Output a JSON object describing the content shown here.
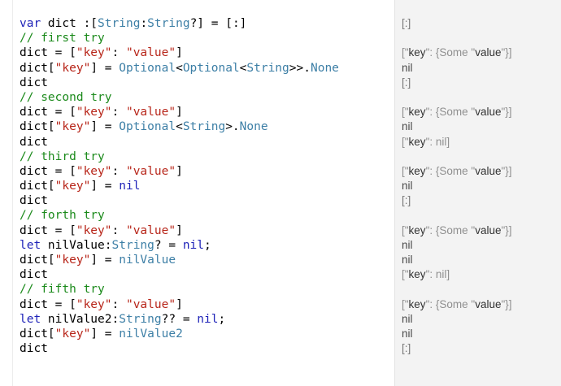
{
  "code_lines": [
    [
      [
        "kw",
        "var"
      ],
      [
        "pl",
        " dict :["
      ],
      [
        "ty",
        "String"
      ],
      [
        "pl",
        ":"
      ],
      [
        "ty",
        "String"
      ],
      [
        "pl",
        "?] = [:]"
      ]
    ],
    [
      [
        "cm",
        "// first try"
      ]
    ],
    [
      [
        "pl",
        "dict = ["
      ],
      [
        "str",
        "\"key\""
      ],
      [
        "pl",
        ": "
      ],
      [
        "str",
        "\"value\""
      ],
      [
        "pl",
        "]"
      ]
    ],
    [
      [
        "pl",
        "dict["
      ],
      [
        "str",
        "\"key\""
      ],
      [
        "pl",
        "] = "
      ],
      [
        "ty",
        "Optional"
      ],
      [
        "pl",
        "<"
      ],
      [
        "ty",
        "Optional"
      ],
      [
        "pl",
        "<"
      ],
      [
        "ty",
        "String"
      ],
      [
        "pl",
        ">>."
      ],
      [
        "ty",
        "None"
      ]
    ],
    [
      [
        "pl",
        "dict"
      ]
    ],
    [
      [
        "cm",
        "// second try"
      ]
    ],
    [
      [
        "pl",
        "dict = ["
      ],
      [
        "str",
        "\"key\""
      ],
      [
        "pl",
        ": "
      ],
      [
        "str",
        "\"value\""
      ],
      [
        "pl",
        "]"
      ]
    ],
    [
      [
        "pl",
        "dict["
      ],
      [
        "str",
        "\"key\""
      ],
      [
        "pl",
        "] = "
      ],
      [
        "ty",
        "Optional"
      ],
      [
        "pl",
        "<"
      ],
      [
        "ty",
        "String"
      ],
      [
        "pl",
        ">."
      ],
      [
        "ty",
        "None"
      ]
    ],
    [
      [
        "pl",
        "dict"
      ]
    ],
    [
      [
        "cm",
        "// third try"
      ]
    ],
    [
      [
        "pl",
        "dict = ["
      ],
      [
        "str",
        "\"key\""
      ],
      [
        "pl",
        ": "
      ],
      [
        "str",
        "\"value\""
      ],
      [
        "pl",
        "]"
      ]
    ],
    [
      [
        "pl",
        "dict["
      ],
      [
        "str",
        "\"key\""
      ],
      [
        "pl",
        "] = "
      ],
      [
        "kw",
        "nil"
      ]
    ],
    [
      [
        "pl",
        "dict"
      ]
    ],
    [
      [
        "cm",
        "// forth try"
      ]
    ],
    [
      [
        "pl",
        "dict = ["
      ],
      [
        "str",
        "\"key\""
      ],
      [
        "pl",
        ": "
      ],
      [
        "str",
        "\"value\""
      ],
      [
        "pl",
        "]"
      ]
    ],
    [
      [
        "kw",
        "let"
      ],
      [
        "pl",
        " nilValue:"
      ],
      [
        "ty",
        "String"
      ],
      [
        "pl",
        "? = "
      ],
      [
        "kw",
        "nil"
      ],
      [
        "pl",
        ";"
      ]
    ],
    [
      [
        "pl",
        "dict["
      ],
      [
        "str",
        "\"key\""
      ],
      [
        "pl",
        "] = "
      ],
      [
        "ty",
        "nilValue"
      ]
    ],
    [
      [
        "pl",
        "dict"
      ]
    ],
    [
      [
        "cm",
        "// fifth try"
      ]
    ],
    [
      [
        "pl",
        "dict = ["
      ],
      [
        "str",
        "\"key\""
      ],
      [
        "pl",
        ": "
      ],
      [
        "str",
        "\"value\""
      ],
      [
        "pl",
        "]"
      ]
    ],
    [
      [
        "kw",
        "let"
      ],
      [
        "pl",
        " nilValue2:"
      ],
      [
        "ty",
        "String"
      ],
      [
        "pl",
        "?? = "
      ],
      [
        "kw",
        "nil"
      ],
      [
        "pl",
        ";"
      ]
    ],
    [
      [
        "pl",
        "dict["
      ],
      [
        "str",
        "\"key\""
      ],
      [
        "pl",
        "] = "
      ],
      [
        "ty",
        "nilValue2"
      ]
    ],
    [
      [
        "pl",
        "dict"
      ]
    ]
  ],
  "result_lines": [
    [
      [
        "r-ty",
        "[:]"
      ]
    ],
    [],
    [
      [
        "r-dim",
        "[\""
      ],
      [
        "r-em",
        "key"
      ],
      [
        "r-dim",
        "\": {Some \""
      ],
      [
        "r-em",
        "value"
      ],
      [
        "r-dim",
        "\"}]"
      ]
    ],
    [
      [
        "r-pl",
        "nil"
      ]
    ],
    [
      [
        "r-ty",
        "[:]"
      ]
    ],
    [],
    [
      [
        "r-dim",
        "[\""
      ],
      [
        "r-em",
        "key"
      ],
      [
        "r-dim",
        "\": {Some \""
      ],
      [
        "r-em",
        "value"
      ],
      [
        "r-dim",
        "\"}]"
      ]
    ],
    [
      [
        "r-pl",
        "nil"
      ]
    ],
    [
      [
        "r-dim",
        "[\""
      ],
      [
        "r-em",
        "key"
      ],
      [
        "r-dim",
        "\": nil]"
      ]
    ],
    [],
    [
      [
        "r-dim",
        "[\""
      ],
      [
        "r-em",
        "key"
      ],
      [
        "r-dim",
        "\": {Some \""
      ],
      [
        "r-em",
        "value"
      ],
      [
        "r-dim",
        "\"}]"
      ]
    ],
    [
      [
        "r-pl",
        "nil"
      ]
    ],
    [
      [
        "r-ty",
        "[:]"
      ]
    ],
    [],
    [
      [
        "r-dim",
        "[\""
      ],
      [
        "r-em",
        "key"
      ],
      [
        "r-dim",
        "\": {Some \""
      ],
      [
        "r-em",
        "value"
      ],
      [
        "r-dim",
        "\"}]"
      ]
    ],
    [
      [
        "r-pl",
        "nil"
      ]
    ],
    [
      [
        "r-pl",
        "nil"
      ]
    ],
    [
      [
        "r-dim",
        "[\""
      ],
      [
        "r-em",
        "key"
      ],
      [
        "r-dim",
        "\": nil]"
      ]
    ],
    [],
    [
      [
        "r-dim",
        "[\""
      ],
      [
        "r-em",
        "key"
      ],
      [
        "r-dim",
        "\": {Some \""
      ],
      [
        "r-em",
        "value"
      ],
      [
        "r-dim",
        "\"}]"
      ]
    ],
    [
      [
        "r-pl",
        "nil"
      ]
    ],
    [
      [
        "r-pl",
        "nil"
      ]
    ],
    [
      [
        "r-ty",
        "[:]"
      ]
    ]
  ]
}
